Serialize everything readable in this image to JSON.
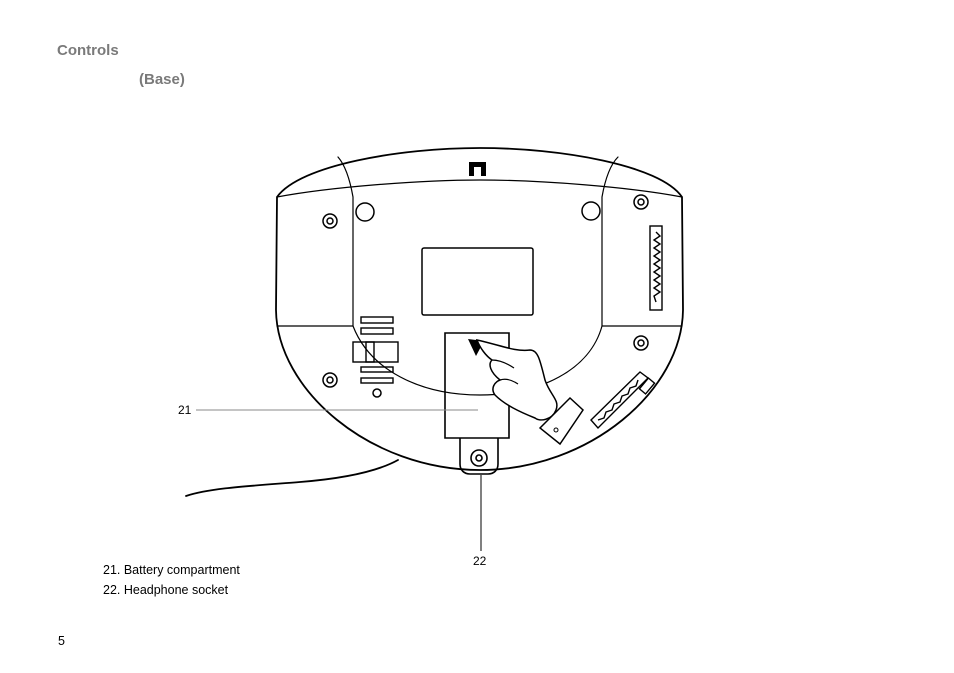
{
  "heading": {
    "title": "Controls",
    "subtitle": "(Base)"
  },
  "callouts": {
    "battery_number": "21",
    "headphone_number": "22"
  },
  "legend": {
    "items": [
      {
        "text": "21. Battery compartment"
      },
      {
        "text": "22.  Headphone socket"
      }
    ]
  },
  "page": {
    "number": "5"
  },
  "colors": {
    "heading": "#7a7a7a",
    "line": "#000000",
    "callout_line": "#888888"
  }
}
